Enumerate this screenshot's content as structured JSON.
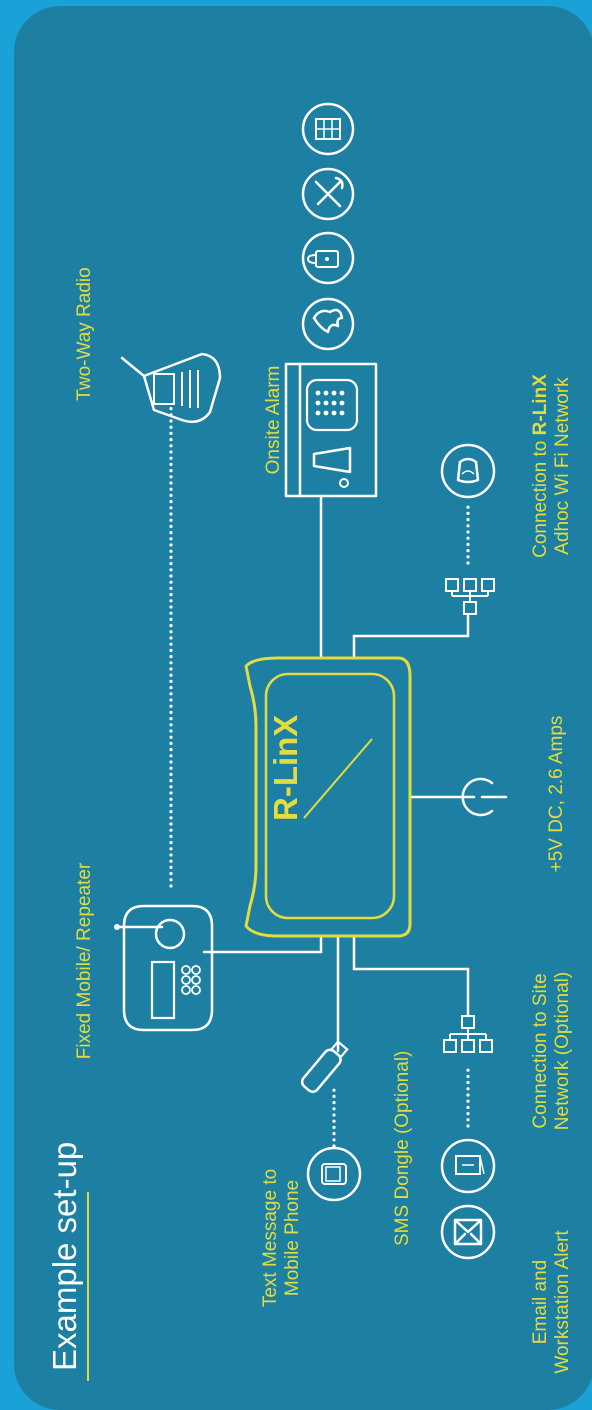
{
  "title": "Example set-up",
  "device_name": "R-LinX",
  "labels": {
    "text_message": [
      "Text Message to",
      "Mobile Phone"
    ],
    "email": [
      "Email and",
      "Workstation Alert"
    ],
    "sms_dongle": "SMS Dongle (Optional)",
    "site_network": [
      "Connection to Site",
      "Network (Optional)"
    ],
    "fixed_mobile": "Fixed Mobile/ Repeater",
    "power": "+5V DC, 2.6 Amps",
    "wifi_line1_prefix": "Connection to ",
    "wifi_line1_brand": "R-LinX",
    "wifi_line2": "Adhoc Wi Fi Network",
    "onsite_alarm": "Onsite Alarm",
    "two_way_radio": "Two-Way Radio"
  },
  "colors": {
    "outer_background": "#1aa1d8",
    "panel": "#1d7fa2",
    "accent": "#e3dc3e",
    "line": "#ffffff"
  },
  "icons": [
    "keypad-icon",
    "tools-icon",
    "padlock-icon",
    "fire-icon",
    "envelope-icon",
    "workstation-icon",
    "mobile-phone-icon",
    "usb-dongle-icon",
    "network-tree-icon",
    "radio-base-station-icon",
    "walkie-talkie-icon",
    "alarm-panel-icon",
    "power-icon",
    "wifi-antenna-icon"
  ]
}
